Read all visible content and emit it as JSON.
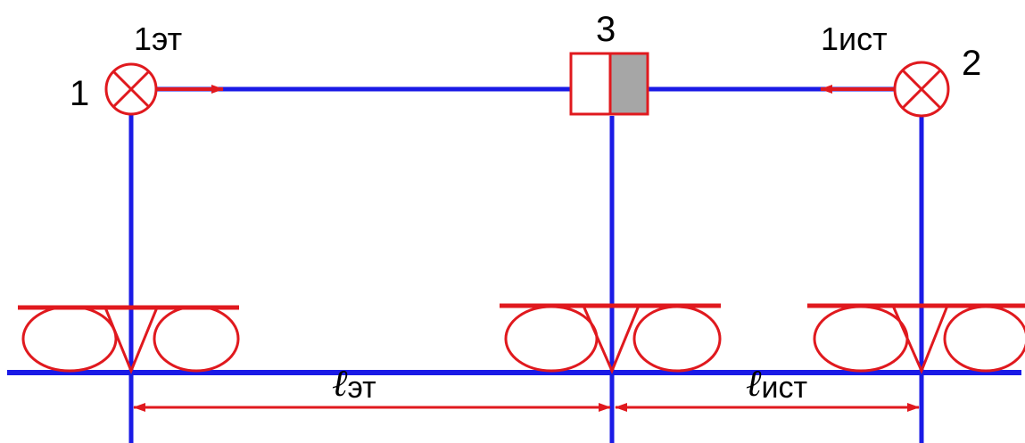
{
  "colors": {
    "line": "#1a1ae6",
    "accent": "#e0191e",
    "block_fill": "#a6a6a6",
    "text": "#000000"
  },
  "labels": {
    "lamp1_number": "1",
    "lamp1_caption": "1эт",
    "element3_number": "3",
    "lamp2_number": "2",
    "lamp2_caption": "1ист",
    "length_et_symbol": "ℓ",
    "length_et_subscript": "эт",
    "length_ist_symbol": "ℓ",
    "length_ist_subscript": "ист"
  },
  "icons": {
    "lamp": "circle-cross-icon",
    "beam_arrow": "arrow-right-icon",
    "rail_support": "double-roller-icon"
  }
}
